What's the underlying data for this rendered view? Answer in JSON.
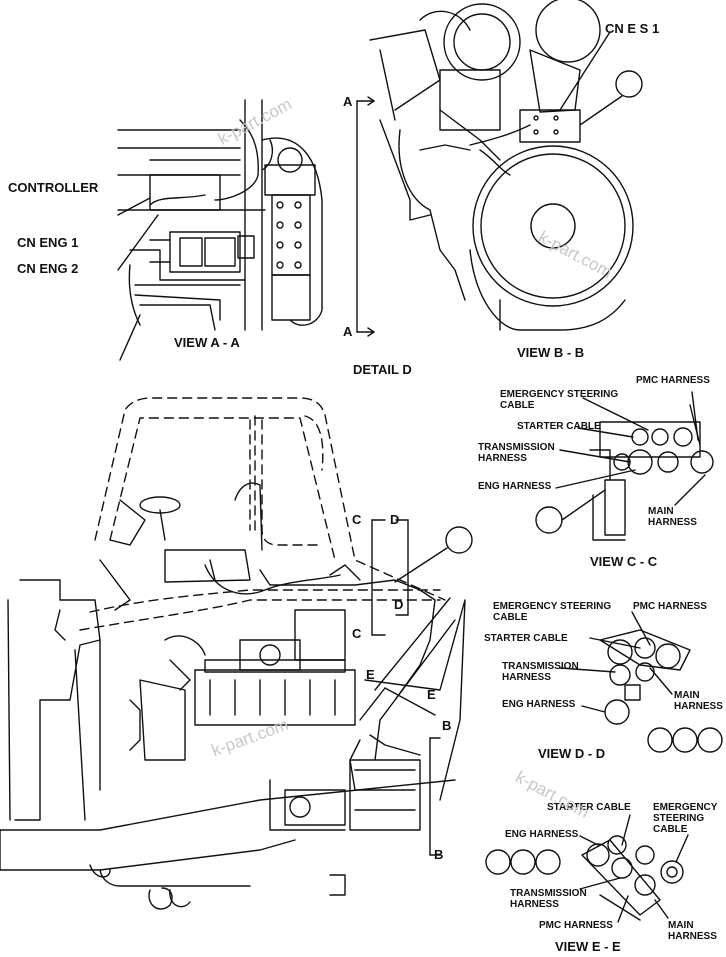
{
  "watermark": "k-part.com",
  "view_aa": {
    "controller": "CONTROLLER",
    "cn_eng_1": "CN ENG 1",
    "cn_eng_2": "CN ENG 2",
    "title": "VIEW A - A"
  },
  "view_bb": {
    "cn_es1": "CN E S 1",
    "title": "VIEW B - B"
  },
  "detail_d": {
    "title": "DETAIL D",
    "section_a": "A"
  },
  "main_view": {
    "section_b": "B",
    "section_c": "C",
    "section_d": "D",
    "section_e": "E"
  },
  "view_cc": {
    "title": "VIEW C - C",
    "emergency_steering_line1": "EMERGENCY STEERING",
    "emergency_steering_line2": "CABLE",
    "pmc_harness": "PMC HARNESS",
    "starter_cable": "STARTER CABLE",
    "transmission_line1": "TRANSMISSION",
    "transmission_line2": "HARNESS",
    "eng_harness": "ENG HARNESS",
    "main_line1": "MAIN",
    "main_line2": "HARNESS"
  },
  "view_dd": {
    "title": "VIEW D - D",
    "emergency_steering_line1": "EMERGENCY STEERING",
    "emergency_steering_line2": "CABLE",
    "pmc_harness": "PMC HARNESS",
    "starter_cable": "STARTER CABLE",
    "transmission_line1": "TRANSMISSION",
    "transmission_line2": "HARNESS",
    "eng_harness": "ENG HARNESS",
    "main_line1": "MAIN",
    "main_line2": "HARNESS"
  },
  "view_ee": {
    "title": "VIEW E - E",
    "starter_cable": "STARTER CABLE",
    "emergency_line1": "EMERGENCY",
    "emergency_line2": "STEERING",
    "emergency_line3": "CABLE",
    "eng_harness": "ENG HARNESS",
    "transmission_line1": "TRANSMISSION",
    "transmission_line2": "HARNESS",
    "pmc_harness": "PMC HARNESS",
    "main_line1": "MAIN",
    "main_line2": "HARNESS"
  }
}
